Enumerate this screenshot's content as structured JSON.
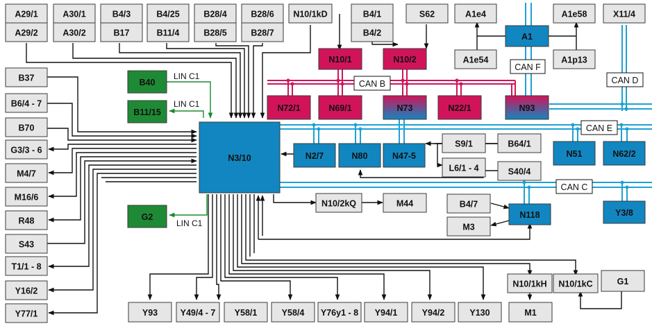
{
  "colors": {
    "grey_box": "#e6e6e6",
    "blue_module": "#1286c0",
    "magenta_module": "#d1145a",
    "green_module": "#1f8a35",
    "can_blue": "#1da1d4",
    "can_magenta": "#d1145a",
    "lin_green": "#1b8a2e",
    "wire": "#111111"
  },
  "central": {
    "label": "N3/10"
  },
  "top_row": [
    {
      "id": "A29/1",
      "label": "A29/1"
    },
    {
      "id": "A29/2",
      "label": "A29/2"
    },
    {
      "id": "A30/1",
      "label": "A30/1"
    },
    {
      "id": "A30/2",
      "label": "A30/2"
    },
    {
      "id": "B4/3",
      "label": "B4/3"
    },
    {
      "id": "B17",
      "label": "B17"
    },
    {
      "id": "B4/25",
      "label": "B4/25"
    },
    {
      "id": "B11/4",
      "label": "B11/4"
    },
    {
      "id": "B28/4",
      "label": "B28/4"
    },
    {
      "id": "B28/5",
      "label": "B28/5"
    },
    {
      "id": "B28/6",
      "label": "B28/6"
    },
    {
      "id": "B28/7",
      "label": "B28/7"
    },
    {
      "id": "N10/1kD",
      "label": "N10/1kD"
    },
    {
      "id": "B4/1",
      "label": "B4/1"
    },
    {
      "id": "B4/2",
      "label": "B4/2"
    },
    {
      "id": "S62",
      "label": "S62"
    },
    {
      "id": "A1e4",
      "label": "A1e4"
    },
    {
      "id": "A1e58",
      "label": "A1e58"
    },
    {
      "id": "X11/4",
      "label": "X11/4"
    },
    {
      "id": "A1e54",
      "label": "A1e54"
    },
    {
      "id": "A1p13",
      "label": "A1p13"
    }
  ],
  "left_column": [
    {
      "id": "B37",
      "label": "B37"
    },
    {
      "id": "B6/4-7",
      "label": "B6/4 - 7"
    },
    {
      "id": "B70",
      "label": "B70"
    },
    {
      "id": "G3/3-6",
      "label": "G3/3 - 6"
    },
    {
      "id": "M4/7",
      "label": "M4/7"
    },
    {
      "id": "M16/6",
      "label": "M16/6"
    },
    {
      "id": "R48",
      "label": "R48"
    },
    {
      "id": "S43",
      "label": "S43"
    },
    {
      "id": "T1/1-8",
      "label": "T1/1 - 8"
    },
    {
      "id": "Y16/2",
      "label": "Y16/2"
    },
    {
      "id": "Y77/1",
      "label": "Y77/1"
    }
  ],
  "bottom_row": [
    {
      "id": "Y93",
      "label": "Y93"
    },
    {
      "id": "Y49/4-7",
      "label": "Y49/4 - 7"
    },
    {
      "id": "Y58/1",
      "label": "Y58/1"
    },
    {
      "id": "Y58/4",
      "label": "Y58/4"
    },
    {
      "id": "Y76y1-8",
      "label": "Y76y1 - 8"
    },
    {
      "id": "Y94/1",
      "label": "Y94/1"
    },
    {
      "id": "Y94/2",
      "label": "Y94/2"
    },
    {
      "id": "Y130",
      "label": "Y130"
    },
    {
      "id": "M1",
      "label": "M1"
    }
  ],
  "green_modules": [
    {
      "id": "B40",
      "label": "B40",
      "link": "LIN C1"
    },
    {
      "id": "B11/15",
      "label": "B11/15",
      "link": "LIN C1"
    },
    {
      "id": "G2",
      "label": "G2",
      "link": "LIN C1"
    }
  ],
  "magenta_modules": [
    {
      "id": "N10/1",
      "label": "N10/1"
    },
    {
      "id": "N10/2",
      "label": "N10/2"
    },
    {
      "id": "N72/1",
      "label": "N72/1"
    },
    {
      "id": "N69/1",
      "label": "N69/1"
    },
    {
      "id": "N22/1",
      "label": "N22/1"
    }
  ],
  "mixed_modules": [
    {
      "id": "N73",
      "label": "N73"
    },
    {
      "id": "N93",
      "label": "N93"
    }
  ],
  "blue_modules": [
    {
      "id": "A1",
      "label": "A1"
    },
    {
      "id": "N2/7",
      "label": "N2/7"
    },
    {
      "id": "N80",
      "label": "N80"
    },
    {
      "id": "N47-5",
      "label": "N47-5"
    },
    {
      "id": "N51",
      "label": "N51"
    },
    {
      "id": "N62/2",
      "label": "N62/2"
    },
    {
      "id": "N118",
      "label": "N118"
    },
    {
      "id": "Y3/8",
      "label": "Y3/8"
    }
  ],
  "grey_modules": [
    {
      "id": "S9/1",
      "label": "S9/1"
    },
    {
      "id": "B64/1",
      "label": "B64/1"
    },
    {
      "id": "L6/1-4",
      "label": "L6/1 - 4"
    },
    {
      "id": "S40/4",
      "label": "S40/4"
    },
    {
      "id": "N10/2kQ",
      "label": "N10/2kQ"
    },
    {
      "id": "M44",
      "label": "M44"
    },
    {
      "id": "B4/7",
      "label": "B4/7"
    },
    {
      "id": "M3",
      "label": "M3"
    },
    {
      "id": "N10/1kH",
      "label": "N10/1kH"
    },
    {
      "id": "N10/1kC",
      "label": "N10/1kC"
    },
    {
      "id": "G1",
      "label": "G1"
    }
  ],
  "buses": [
    {
      "id": "CAN-B",
      "label": "CAN B"
    },
    {
      "id": "CAN-C",
      "label": "CAN C"
    },
    {
      "id": "CAN-D",
      "label": "CAN D"
    },
    {
      "id": "CAN-E",
      "label": "CAN E"
    },
    {
      "id": "CAN-F",
      "label": "CAN F"
    }
  ]
}
